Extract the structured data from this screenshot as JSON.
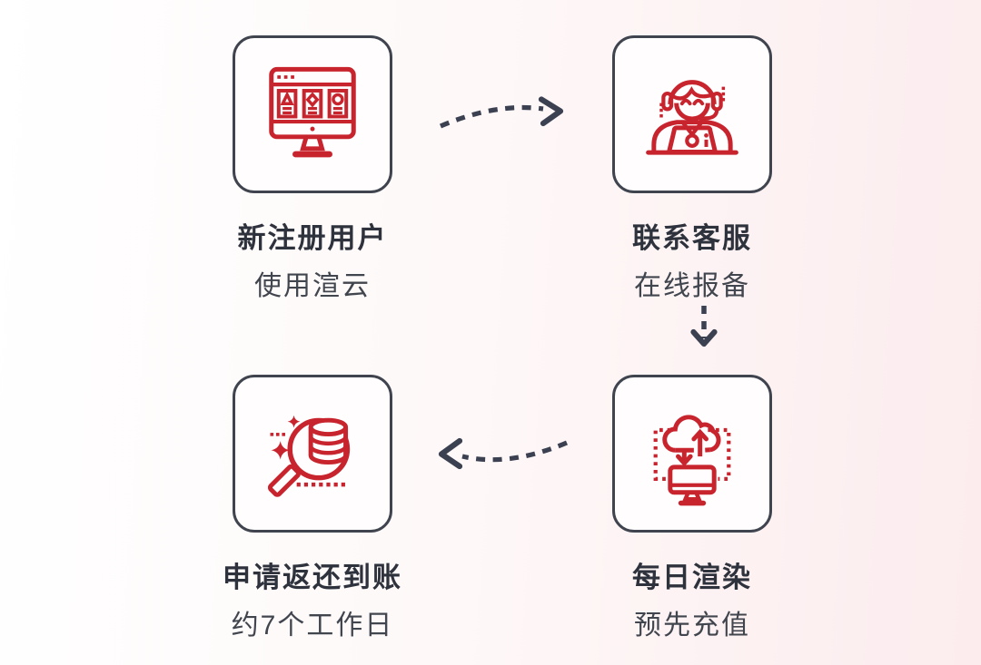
{
  "steps": [
    {
      "title": "新注册用户",
      "subtitle": "使用渲云",
      "icon": "monitor-webpage-icon"
    },
    {
      "title": "联系客服",
      "subtitle": "在线报备",
      "icon": "support-agent-icon"
    },
    {
      "title": "每日渲染",
      "subtitle": "预先充值",
      "icon": "cloud-sync-monitor-icon"
    },
    {
      "title": "申请返还到账",
      "subtitle": "约7个工作日",
      "icon": "magnifier-coins-icon"
    }
  ],
  "arrows": [
    {
      "from": 0,
      "to": 1,
      "direction": "right"
    },
    {
      "from": 1,
      "to": 2,
      "direction": "down"
    },
    {
      "from": 2,
      "to": 3,
      "direction": "left"
    }
  ],
  "colors": {
    "icon_red": "#C8242E",
    "box_border": "#3F444E",
    "box_bg": "#FFFDFD",
    "title_text": "#2E323C",
    "subtitle_text": "#41454E",
    "arrow": "#3C4152",
    "bg_left": "#FFFFFF",
    "bg_right": "#FCECEE"
  }
}
